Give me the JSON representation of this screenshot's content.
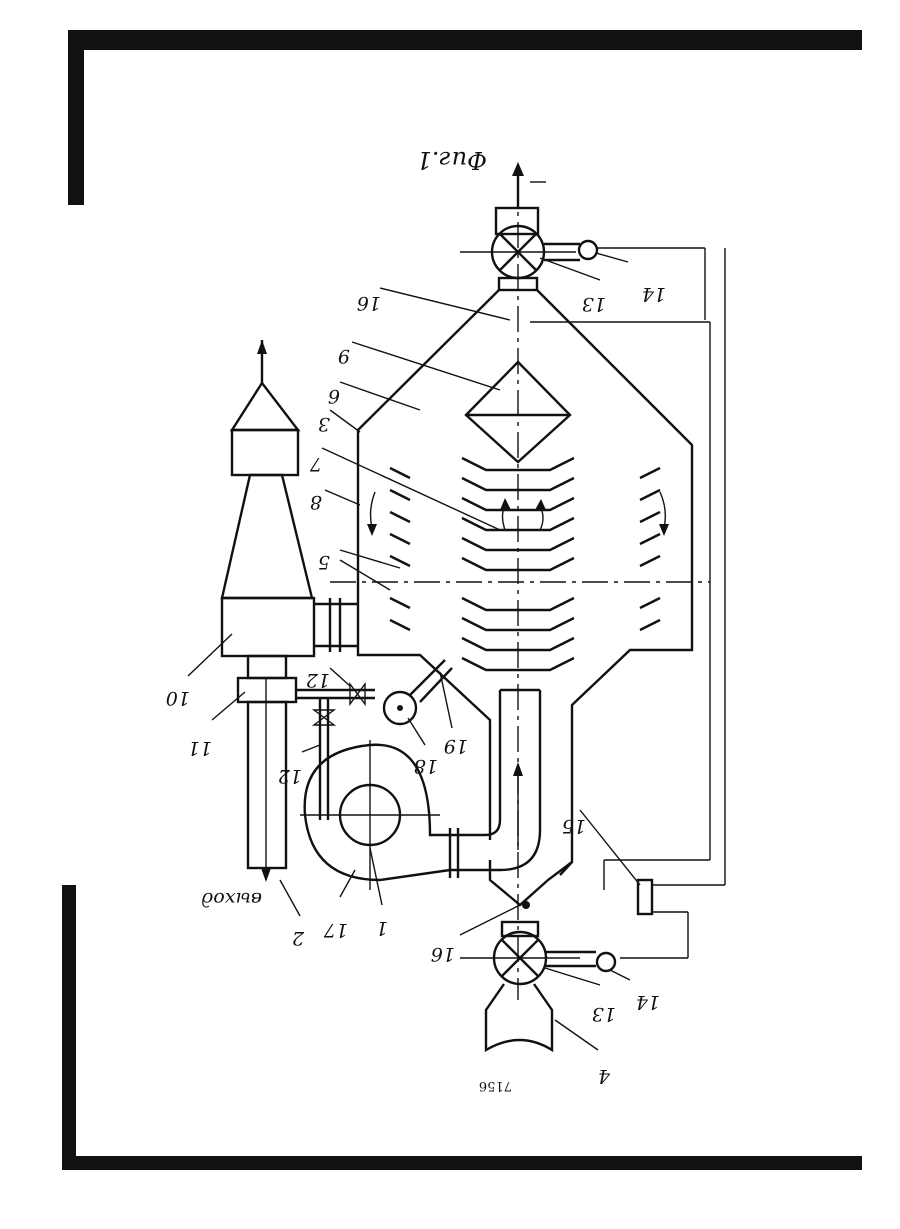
{
  "figure": {
    "caption": "Фиг.1",
    "page_number": "7156",
    "outlet_label": "выход"
  },
  "labels": [
    "1",
    "2",
    "3",
    "4",
    "5",
    "6",
    "7",
    "8",
    "9",
    "10",
    "11",
    "12",
    "12",
    "13",
    "13",
    "14",
    "14",
    "15",
    "16",
    "16",
    "17",
    "18",
    "19"
  ],
  "colors": {
    "ink": "#111111",
    "paper": "#ffffff"
  }
}
